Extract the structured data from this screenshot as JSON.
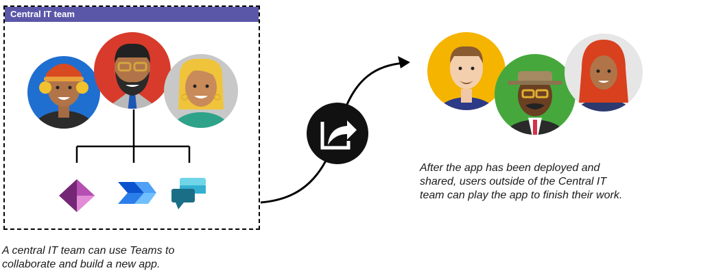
{
  "team_box": {
    "title": "Central IT team"
  },
  "captions": {
    "left": [
      "A central IT team can use Teams to",
      "collaborate and build a new app."
    ],
    "right": [
      "After the app has been deployed and",
      "shared, users outside of the Central IT",
      "team can play the app to finish their work."
    ]
  },
  "icons": {
    "power-apps": "power-apps-icon",
    "power-automate": "power-automate-icon",
    "virtual-agents": "power-virtual-agents-icon",
    "share": "share-icon"
  },
  "colors": {
    "header_bg": "#5b57a8",
    "avatar_blue": "#1f6fd1",
    "avatar_red": "#d83b2b",
    "avatar_gray": "#c8c8c8",
    "avatar_yellow": "#f5b400",
    "avatar_green": "#46a83c",
    "avatar_lightgray": "#e6e6e6"
  }
}
